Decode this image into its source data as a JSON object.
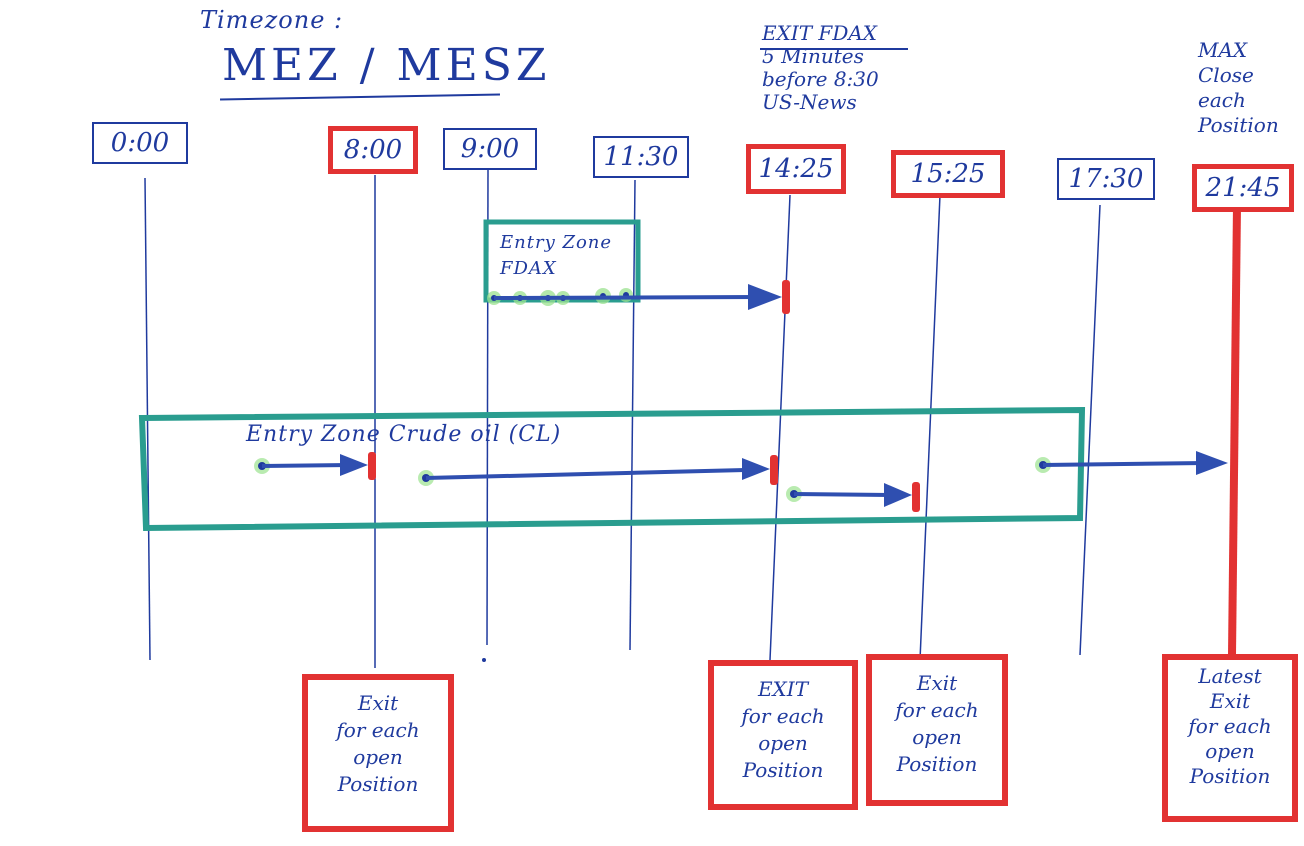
{
  "timezone": {
    "label": "Timezone :",
    "value": "MEZ / MESZ"
  },
  "note_fdax": [
    "EXIT FDAX",
    "5 Minutes",
    "before 8:30",
    "US-News"
  ],
  "note_max": [
    "MAX",
    "Close",
    "each",
    "Position"
  ],
  "times": [
    "0:00",
    "8:00",
    "9:00",
    "11:30",
    "14:25",
    "15:25",
    "17:30",
    "21:45"
  ],
  "zones": {
    "fdax_lines": [
      "Entry Zone",
      "FDAX"
    ],
    "crude": "Entry Zone Crude oil (CL)"
  },
  "exit_boxes": [
    [
      "Exit",
      "for each",
      "open",
      "Position"
    ],
    [
      "EXIT",
      "for each",
      "open",
      "Position"
    ],
    [
      "Exit",
      "for each",
      "open",
      "Position"
    ],
    [
      "Latest",
      "Exit",
      "for each",
      "open",
      "Position"
    ]
  ],
  "colors": {
    "ink": "#1f3a9e",
    "red": "#e23232",
    "teal": "#2a9d8f",
    "green_dot": "#9be28f"
  }
}
